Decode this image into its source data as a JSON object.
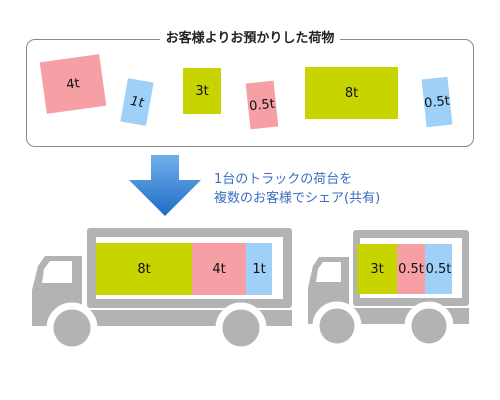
{
  "panel": {
    "title": "お客様よりお預かりした荷物",
    "cargo": [
      {
        "id": "c1",
        "label": "4t",
        "color": "pink"
      },
      {
        "id": "c2",
        "label": "1t",
        "color": "blue"
      },
      {
        "id": "c3",
        "label": "3t",
        "color": "lime"
      },
      {
        "id": "c4",
        "label": "0.5t",
        "color": "pink"
      },
      {
        "id": "c5",
        "label": "8t",
        "color": "lime"
      },
      {
        "id": "c6",
        "label": "0.5t",
        "color": "blue"
      }
    ]
  },
  "caption": "1台のトラックの荷台を\n複数のお客様でシェア(共有)",
  "trucks": [
    {
      "loads": [
        {
          "label": "8t",
          "color": "lime"
        },
        {
          "label": "4t",
          "color": "pink"
        },
        {
          "label": "1t",
          "color": "blue"
        }
      ]
    },
    {
      "loads": [
        {
          "label": "3t",
          "color": "lime"
        },
        {
          "label": "0.5t",
          "color": "pink"
        },
        {
          "label": "0.5t",
          "color": "blue"
        }
      ]
    }
  ],
  "colors": {
    "pink": "#f6a0a6",
    "blue": "#9fd0f8",
    "lime": "#c8d400",
    "truck": "#b3b3b3",
    "arrow": "#2f7fd0"
  }
}
